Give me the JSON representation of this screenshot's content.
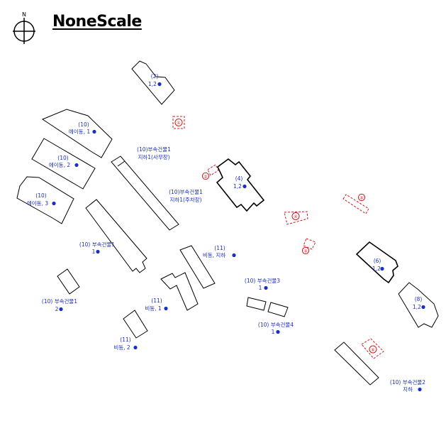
{
  "title": "NoneScale",
  "compass": {
    "letter": "N"
  },
  "colors": {
    "label": "#1b2fc4",
    "marker": "#d21a1a",
    "outline": "#000000"
  },
  "buildings": [
    {
      "id": "b2",
      "line1": "(2)",
      "line2": "1,2"
    },
    {
      "id": "b10a",
      "line1": "(10)",
      "line2": "에이동, 1"
    },
    {
      "id": "b10b",
      "line1": "(10)",
      "line2": "에이동, 2"
    },
    {
      "id": "b10c",
      "line1": "(10)",
      "line2": "에이동, 3"
    },
    {
      "id": "ba1",
      "line1": "(10)부속건물1",
      "line2": "지하1(사무창)"
    },
    {
      "id": "ba2",
      "line1": "(10)부속건물1",
      "line2": "지하1(주차장)"
    },
    {
      "id": "b4",
      "line1": "(4)",
      "line2": "1,2"
    },
    {
      "id": "ba3",
      "line1": "(10) 부속건물1",
      "line2": "1"
    },
    {
      "id": "b11a",
      "line1": "(11)",
      "line2": "비동, 지하"
    },
    {
      "id": "b11b",
      "line1": "(11)",
      "line2": "비동, 1"
    },
    {
      "id": "ba4",
      "line1": "(10) 부속건물1",
      "line2": "2"
    },
    {
      "id": "b11c",
      "line1": "(11)",
      "line2": "비동, 2"
    },
    {
      "id": "ba5",
      "line1": "(10) 부속건물3",
      "line2": "1"
    },
    {
      "id": "ba6",
      "line1": "(10) 부속건물4",
      "line2": "1"
    },
    {
      "id": "b6",
      "line1": "(6)",
      "line2": "1,2"
    },
    {
      "id": "b8",
      "line1": "(8)",
      "line2": "1,2"
    },
    {
      "id": "ba7",
      "line1": "(10) 부속건물2",
      "line2": "지하"
    }
  ],
  "markers": [
    {
      "id": "m1",
      "text": "①"
    },
    {
      "id": "m2",
      "text": "②"
    },
    {
      "id": "m3",
      "text": "③"
    },
    {
      "id": "m4",
      "text": "④"
    },
    {
      "id": "m5",
      "text": "⑤"
    },
    {
      "id": "m6",
      "text": "⑥"
    }
  ]
}
